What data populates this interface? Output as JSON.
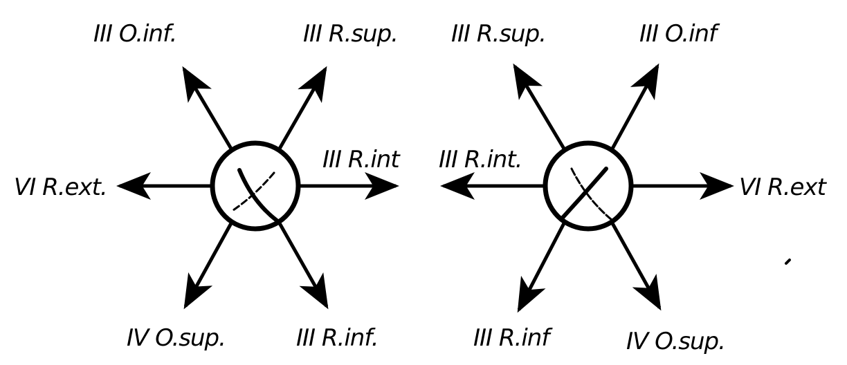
{
  "colors": {
    "ink": "#000000",
    "paper": "#ffffff"
  },
  "diagram": {
    "eyes": [
      {
        "id": "left",
        "labels": {
          "upper_left": "III O.inf.",
          "upper_right": "III R.sup.",
          "right": "III R.int",
          "left": "VI R.ext.",
          "lower_left": "IV O.sup.",
          "lower_right": "III R.inf."
        }
      },
      {
        "id": "right",
        "labels": {
          "upper_left": "III R.sup.",
          "upper_right": "III O.inf",
          "left": "III R.int.",
          "right": "VI R.ext",
          "lower_left": "III R.inf",
          "lower_right": "IV O.sup."
        }
      }
    ]
  }
}
